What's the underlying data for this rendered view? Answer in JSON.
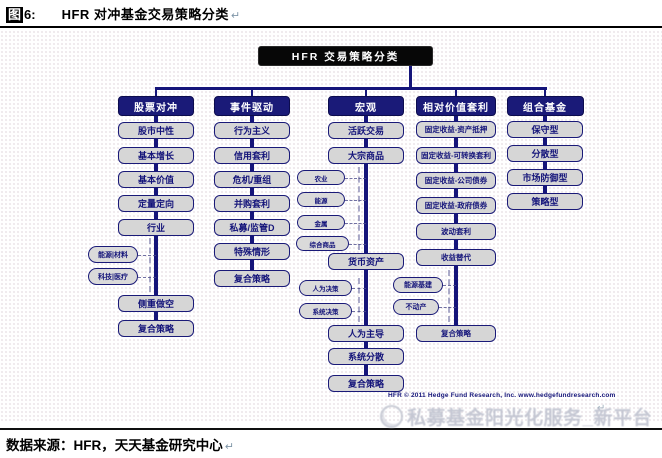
{
  "header": {
    "label_box": "图",
    "label_num": "6:",
    "title": "HFR 对冲基金交易策略分类",
    "pilcrow": "↵"
  },
  "diagram": {
    "root": "HFR 交易策略分类",
    "columns": [
      {
        "name": "股票对冲",
        "items": [
          "股市中性",
          "基本增长",
          "基本价值",
          "定量定向",
          "行业",
          "侧重做空",
          "复合策略"
        ],
        "ovals": [
          "能源|材料",
          "科技|医疗"
        ]
      },
      {
        "name": "事件驱动",
        "items": [
          "行为主义",
          "信用套利",
          "危机/重组",
          "并购套利",
          "私募/监管D",
          "特殊情形",
          "复合策略"
        ],
        "ovals": []
      },
      {
        "name": "宏观",
        "items": [
          "活跃交易",
          "大宗商品",
          "货币资产",
          "人为主导",
          "系统分散",
          "复合策略"
        ],
        "ovals": [
          "农业",
          "能源",
          "金属",
          "综合商品",
          "人为决策",
          "系统决策"
        ]
      },
      {
        "name": "相对价值套利",
        "items": [
          "固定收益-资产抵押",
          "固定收益-可转换套利",
          "固定收益-公司债券",
          "固定收益-政府债券",
          "波动套利",
          "收益替代",
          "复合策略"
        ],
        "ovals": [
          "能源基建",
          "不动产"
        ]
      },
      {
        "name": "组合基金",
        "items": [
          "保守型",
          "分散型",
          "市场防御型",
          "策略型"
        ],
        "ovals": []
      }
    ],
    "copyright": "HFR © 2011 Hedge Fund Research, Inc.  www.hedgefundresearch.com"
  },
  "watermark": {
    "text": "私募基金阳光化服务_新平台",
    "pilcrow": "↵"
  },
  "footer": {
    "source": "数据来源：HFR，天天基金研究中心",
    "pilcrow": "↵"
  },
  "colors": {
    "navy": "#1a1a78",
    "root_fill": "#070707",
    "box_fill": "#d6d6d6",
    "line": "#15157a",
    "watermark_gray": "#bfc2cf"
  }
}
